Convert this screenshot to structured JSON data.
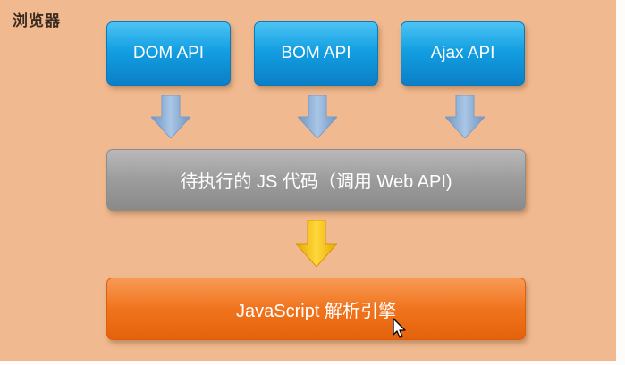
{
  "title": "浏览器",
  "apis": [
    {
      "label": "DOM API"
    },
    {
      "label": "BOM API"
    },
    {
      "label": "Ajax API"
    }
  ],
  "code_box": {
    "label": "待执行的 JS 代码（调用 Web API)"
  },
  "engine_box": {
    "label": "JavaScript 解析引擎"
  },
  "colors": {
    "background": "#f1b98f",
    "api_blue": "#139fe2",
    "code_gray": "#9c9c9c",
    "engine_orange": "#f0741d",
    "arrow_blue": "#8fb1d6",
    "arrow_gold": "#f2c211"
  }
}
